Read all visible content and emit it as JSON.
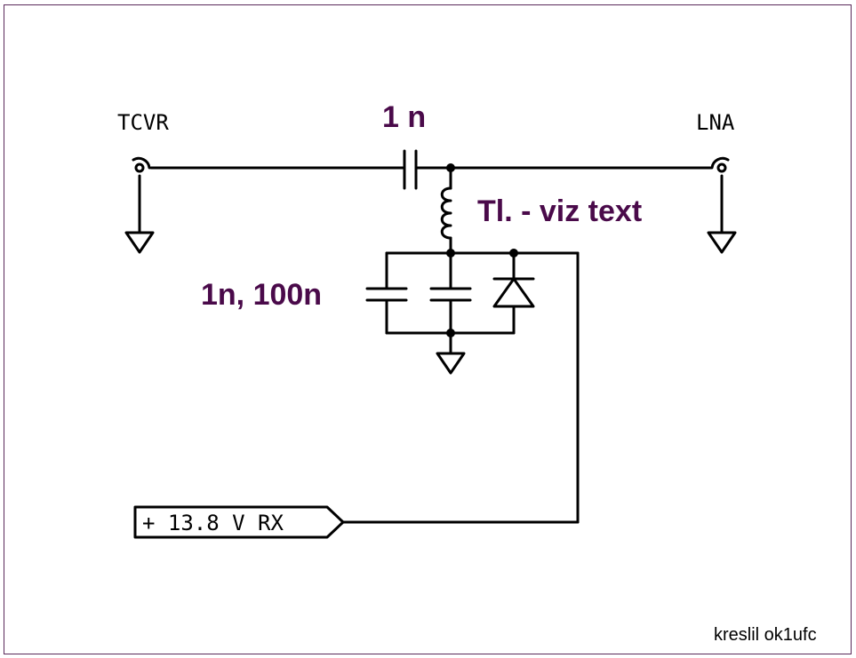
{
  "labels": {
    "tcvr": "TCVR",
    "lna": "LNA",
    "cap_top": "1 n",
    "inductor": "Tl. - viz text",
    "caps": "1n, 100n",
    "supply": "+ 13.8 V RX",
    "author": "kreslil ok1ufc"
  },
  "colors": {
    "wire": "#000000",
    "label": "#4a0a4a",
    "frame": "#5a2a5a"
  }
}
